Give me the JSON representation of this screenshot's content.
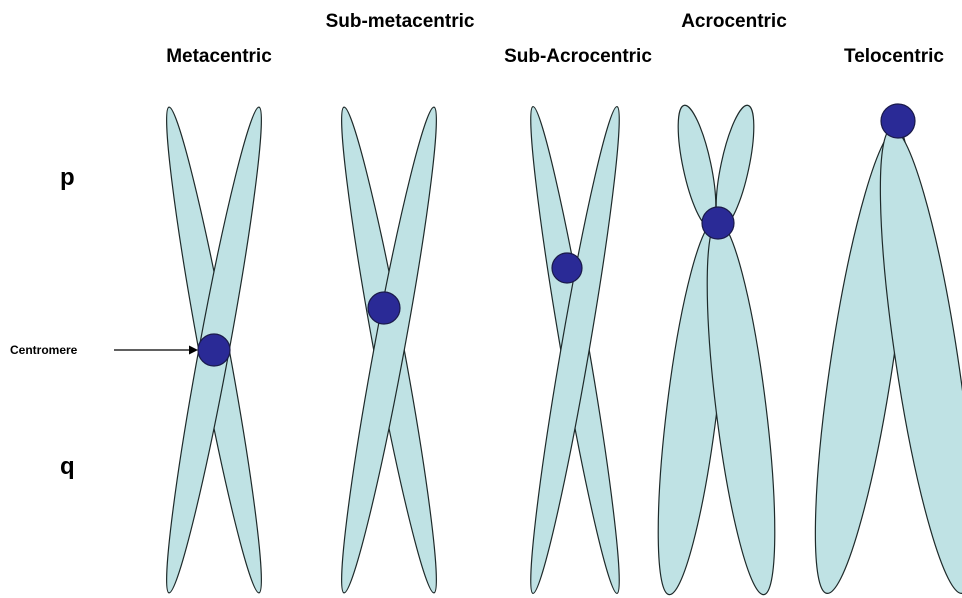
{
  "types": [
    {
      "name": "Metacentric"
    },
    {
      "name": "Sub-metacentric"
    },
    {
      "name": "Sub-Acrocentric"
    },
    {
      "name": "Acrocentric"
    },
    {
      "name": "Telocentric"
    }
  ],
  "arm_labels": {
    "p": "p",
    "q": "q"
  },
  "centromere_label": "Centromere",
  "colors": {
    "chromatid_fill": "#bfe2e4",
    "outline": "#1e2a2a",
    "centromere": "#2a2a96"
  }
}
